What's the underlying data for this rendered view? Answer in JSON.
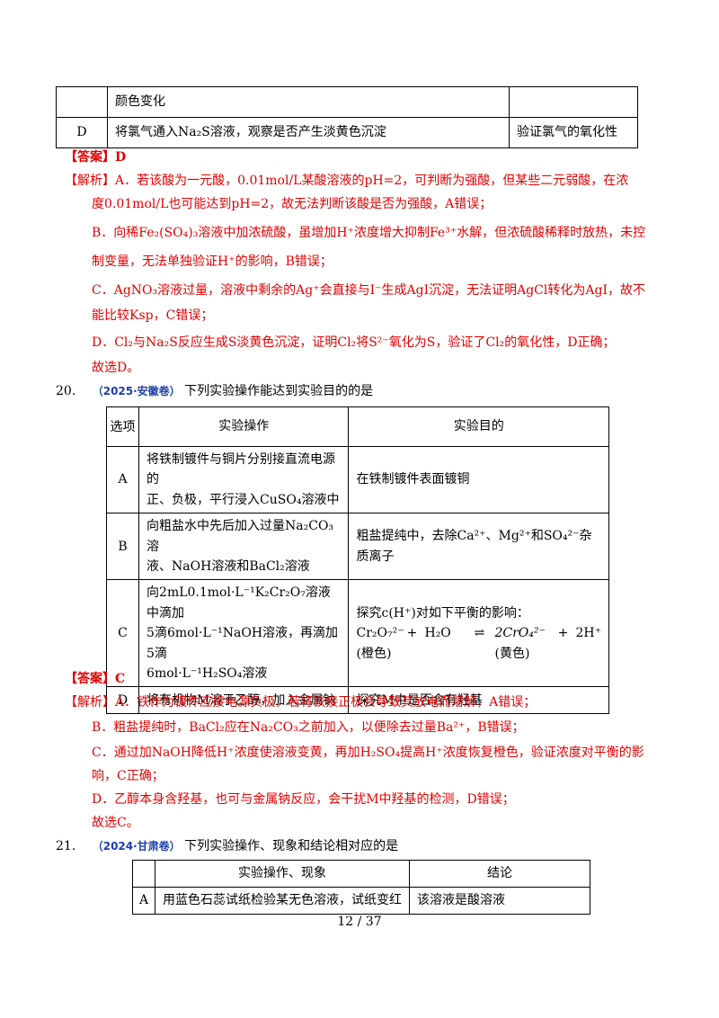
{
  "prev_table": {
    "row1_text": "颜色变化",
    "rowD_label": "D",
    "rowD_op": "将氯气通入Na₂S溶液，观察是否产生淡黄色沉淀",
    "rowD_goal": "验证氯气的氧化性"
  },
  "q19_answer": "【答案】D",
  "q19_analysis": [
    "【解析】A．若该酸为一元酸，0.01mol/L某酸溶液的pH=2，可判断为强酸，但某些二元弱酸，在浓",
    "度0.01mol/L也可能达到pH=2，故无法判断该酸是否为强酸，A错误；",
    "B．向稀Fe₂(SO₄)₃溶液中加浓硫酸，虽增加H⁺浓度增大抑制Fe³⁺水解，但浓硫酸稀释时放热，未控",
    "制变量，无法单独验证H⁺的影响，B错误；",
    "C．AgNO₃溶液过量，溶液中剩余的Ag⁺会直接与I⁻生成AgI沉淀，无法证明AgCl转化为AgI，故不",
    "能比较Ksp，C错误；",
    "D．Cl₂与Na₂S反应生成S淡黄色沉淀，证明Cl₂将S²⁻氧化为S，验证了Cl₂的氧化性，D正确；",
    "故选D。"
  ],
  "q20": {
    "number": "20.",
    "source": "（2025·安徽卷）",
    "stem": "下列实验操作能达到实验目的的是",
    "headers": [
      "选项",
      "实验操作",
      "实验目的"
    ],
    "rows": [
      {
        "label": "A",
        "op": [
          "将铁制镀件与铜片分别接直流电源的",
          "正、负极，平行浸入CuSO₄溶液中"
        ],
        "goal": [
          "在铁制镀件表面镀铜"
        ]
      },
      {
        "label": "B",
        "op": [
          "向粗盐水中先后加入过量Na₂CO₃溶",
          "液、NaOH溶液和BaCl₂溶液"
        ],
        "goal": [
          "粗盐提纯中，去除Ca²⁺、Mg²⁺和SO₄²⁻杂",
          "质离子"
        ]
      },
      {
        "label": "C",
        "op": [
          "向2mL0.1mol·L⁻¹K₂Cr₂O₇溶液中滴加",
          "5滴6mol·L⁻¹NaOH溶液，再滴加5滴",
          "6mol·L⁻¹H₂SO₄溶液"
        ],
        "goal": [
          "探究c(H⁺)对如下平衡的影响："
        ]
      },
      {
        "label": "D",
        "op": [
          "将有机物M溶于乙醇，加入金属钠"
        ],
        "goal": [
          "探究M中是否含有羟基"
        ]
      }
    ],
    "equation": [
      "Cr₂O₇²⁻",
      "+",
      "H₂O",
      "⇌",
      "2CrO₄²⁻",
      "+",
      "2H⁺"
    ],
    "color_notes": [
      "(橙色)",
      "(黄色)"
    ]
  },
  "q20_answer": "【答案】C",
  "q20_analysis": [
    "【解析】A．铁作为镀件应接电源负极，若将铁接正极会导致其放电而溶解，A错误；",
    "B．粗盐提纯时，BaCl₂应在Na₂CO₃之前加入，以便除去过量Ba²⁺，B错误；",
    "C．通过加NaOH降低H⁺浓度使溶液变黄，再加H₂SO₄提高H⁺浓度恢复橙色，验证浓度对平衡的影",
    "响，C正确；",
    "D．乙醇本身含羟基，也可与金属钠反应，会干扰M中羟基的检测，D错误；",
    "故选C。"
  ],
  "q21": {
    "number": "21.",
    "source": "（2024·甘肃卷）",
    "stem": "下列实验操作、现象和结论相对应的是",
    "headers": [
      "",
      "实验操作、现象",
      "结论"
    ],
    "rows": [
      {
        "label": "A",
        "op": "用蓝色石蕊试纸检验某无色溶液，试纸变红",
        "goal": "该溶液是酸溶液"
      }
    ]
  },
  "footer": "12 / 37"
}
